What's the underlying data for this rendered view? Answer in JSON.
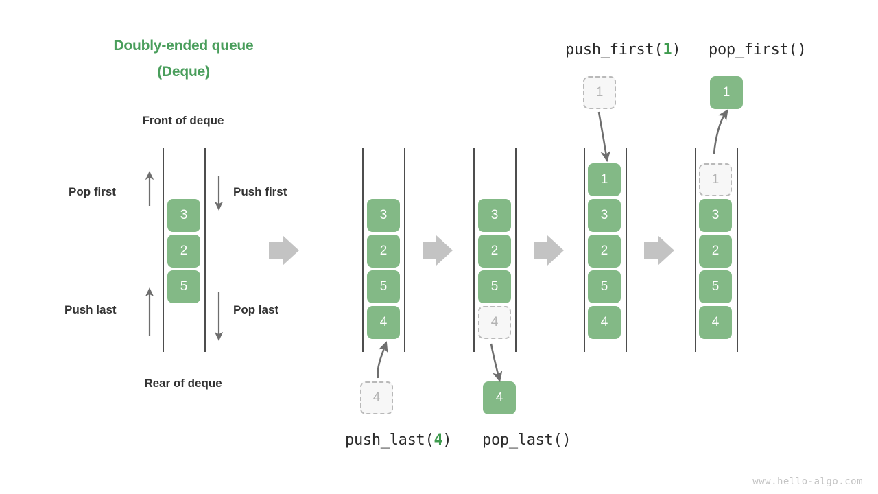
{
  "diagram": {
    "title_line1": "Doubly-ended queue",
    "title_line2": "(Deque)",
    "title_color": "#4a9e5c",
    "node_color": "#83b986",
    "ghost_color": "#f7f7f7",
    "arrow_color": "#bdbdbd",
    "watermark": "www.hello-algo.com"
  },
  "labels": {
    "front_of_deque": "Front of deque",
    "rear_of_deque": "Rear of deque",
    "pop_first": "Pop first",
    "push_first": "Push first",
    "push_last": "Push last",
    "pop_last": "Pop last"
  },
  "operations": {
    "push_first_call": {
      "name": "push_first(",
      "arg": "1",
      "close": ")"
    },
    "pop_first_call": {
      "text": "pop_first()"
    },
    "push_last_call": {
      "name": "push_last(",
      "arg": "4",
      "close": ")"
    },
    "pop_last_call": {
      "text": "pop_last()"
    }
  },
  "panels": [
    {
      "id": "overview",
      "name": "deque-overview",
      "nodes": [
        "3",
        "2",
        "5"
      ]
    },
    {
      "id": "after-push-last",
      "name": "deque-after-push-last",
      "nodes": [
        "3",
        "2",
        "5",
        "4"
      ],
      "incoming_node": "4"
    },
    {
      "id": "before-pop-last",
      "name": "deque-before-pop-last",
      "nodes": [
        "3",
        "2",
        "5"
      ],
      "ghost_node": "4",
      "outgoing_node": "4"
    },
    {
      "id": "after-push-first",
      "name": "deque-after-push-first",
      "nodes": [
        "1",
        "3",
        "2",
        "5",
        "4"
      ],
      "incoming_node": "1"
    },
    {
      "id": "after-pop-first",
      "name": "deque-after-pop-first",
      "ghost_node": "1",
      "nodes": [
        "3",
        "2",
        "5",
        "4"
      ],
      "outgoing_node": "1"
    }
  ]
}
